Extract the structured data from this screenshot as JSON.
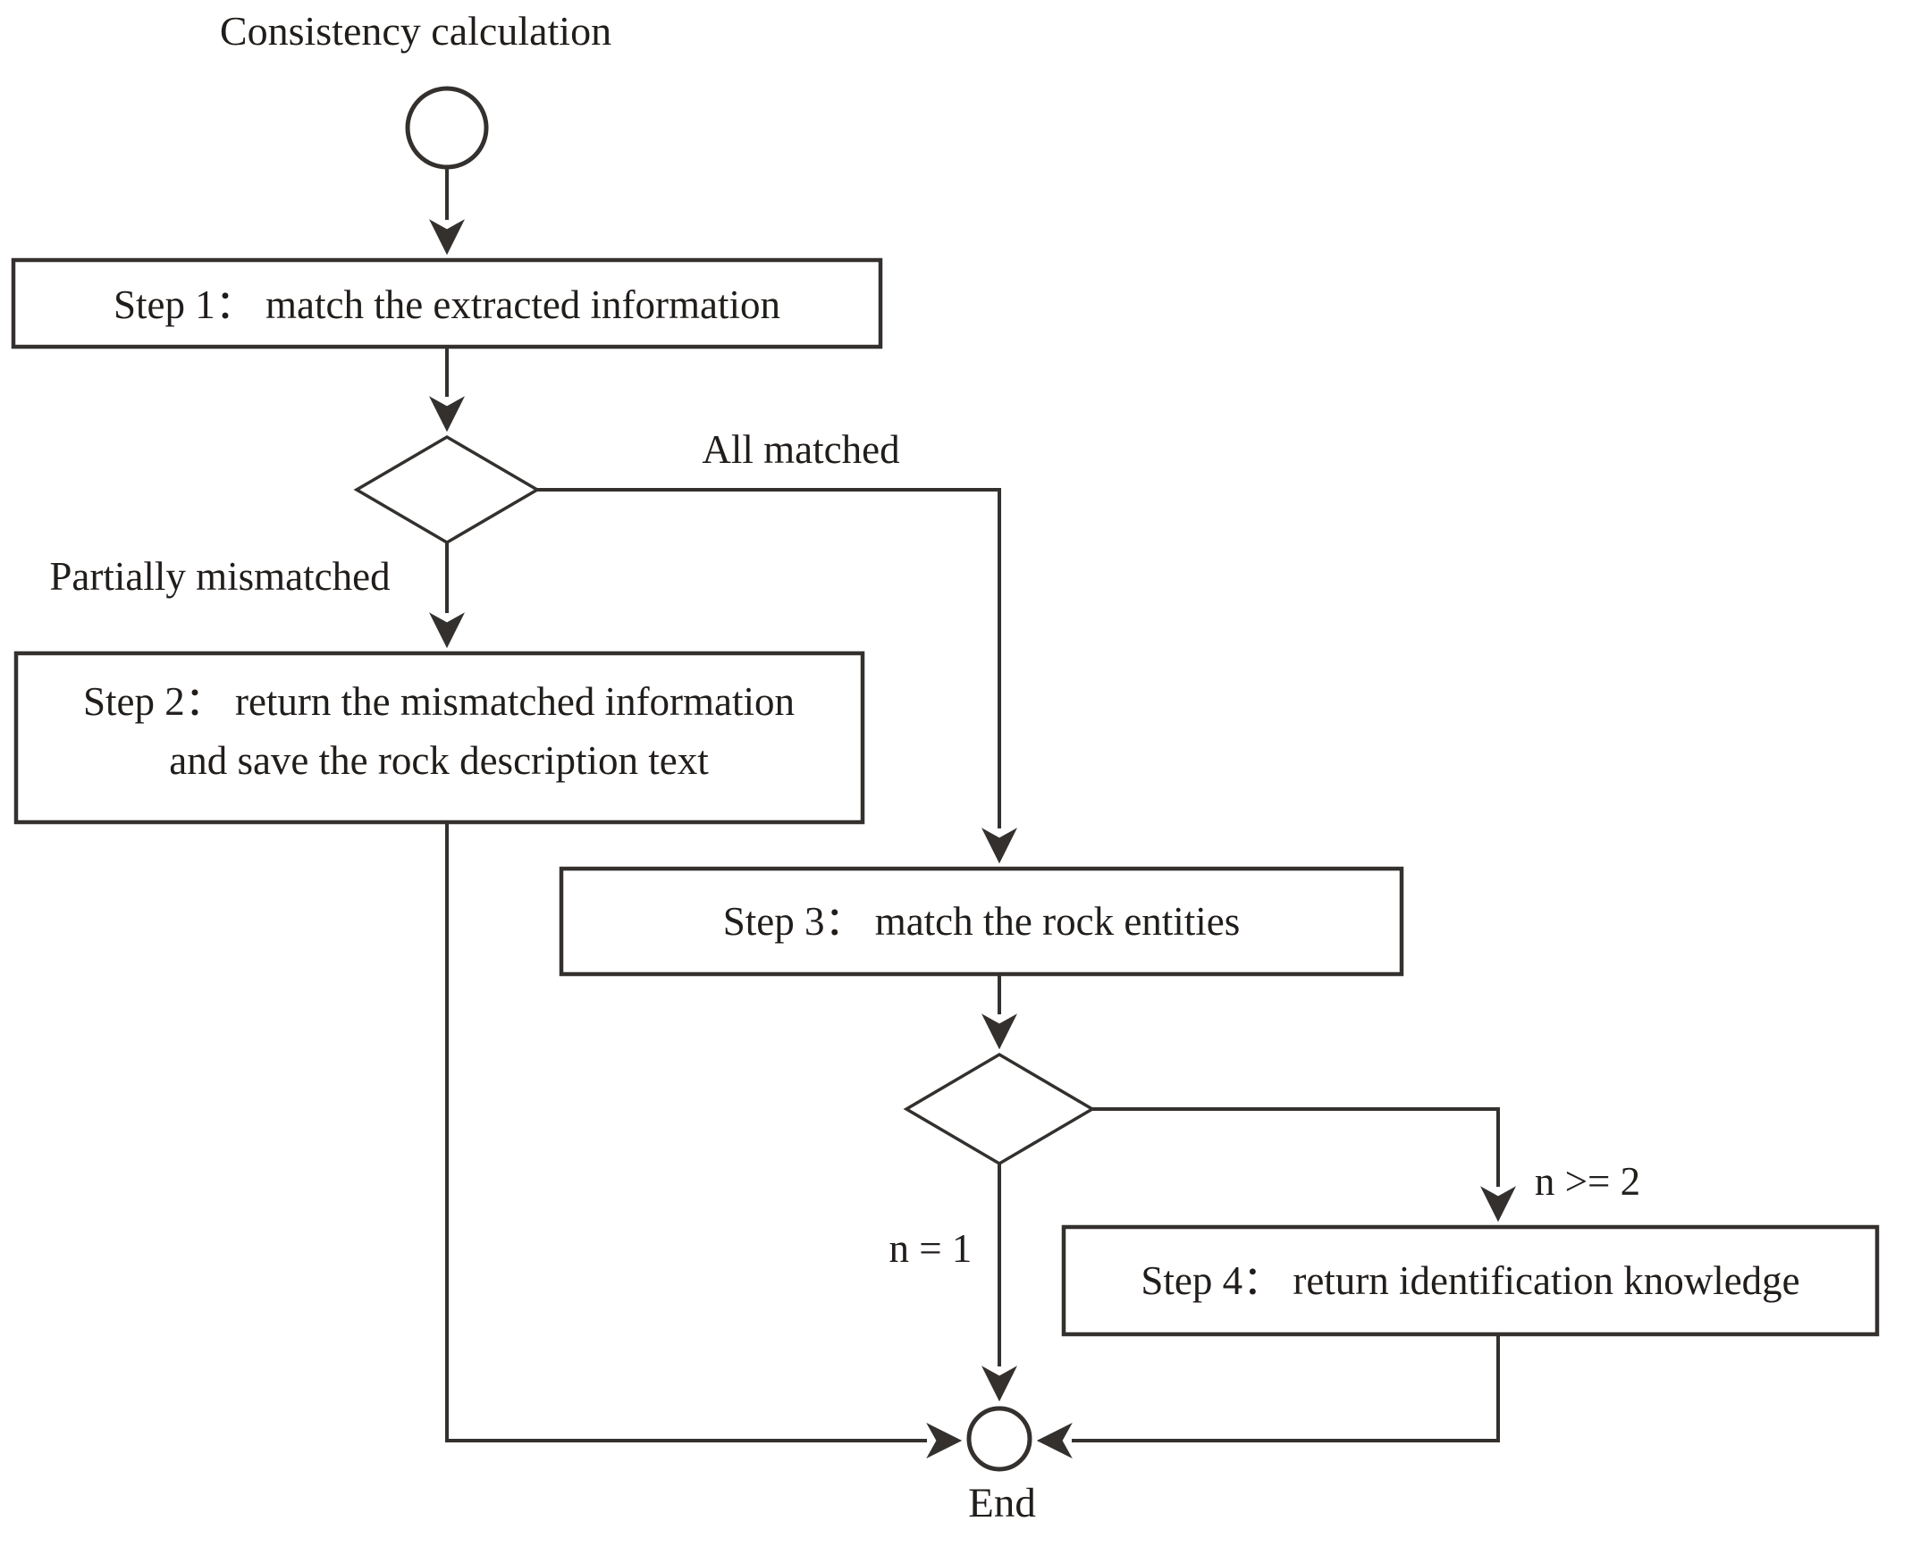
{
  "diagram": {
    "title": "Consistency calculation",
    "nodes": {
      "start": {
        "shape": "circle",
        "role": "start"
      },
      "step1": {
        "label": "Step 1： match the extracted information"
      },
      "decision1": {
        "shape": "diamond",
        "role": "decision"
      },
      "step2": {
        "label_line1": "Step 2： return the mismatched information",
        "label_line2": "and save the rock description text"
      },
      "step3": {
        "label": "Step 3： match the rock entities"
      },
      "decision2": {
        "shape": "diamond",
        "role": "decision"
      },
      "step4": {
        "label": "Step 4： return identification knowledge"
      },
      "end": {
        "shape": "circle",
        "role": "end",
        "label": "End"
      }
    },
    "edge_labels": {
      "all_matched": "All matched",
      "partially_mismatched": "Partially mismatched",
      "n_equals_1": "n = 1",
      "n_greater_equal_2": "n >= 2"
    },
    "colors": {
      "stroke": "#33302e",
      "text": "#211d1b",
      "background": "#ffffff"
    }
  }
}
